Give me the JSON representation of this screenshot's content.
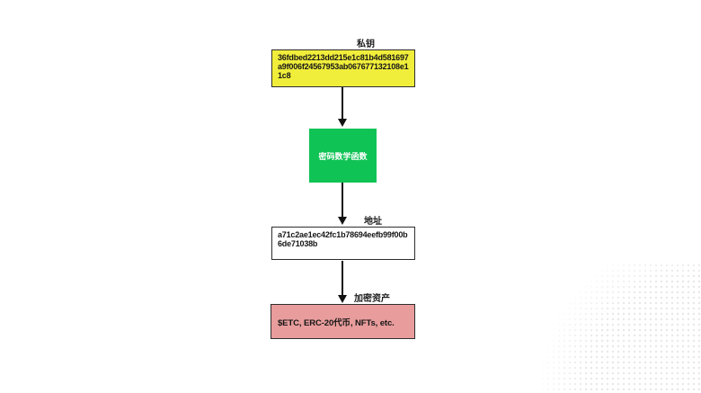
{
  "flow": {
    "private_key_label": "私钥",
    "private_key_value": "36fdbed2213dd215e1c81b4d581697a9f006f24567953ab067677132108e11c8",
    "function_label": "密码数学函数",
    "address_label": "地址",
    "address_value": "a71c2ae1ec42fc1b78694eefb99f00b6de71038b",
    "assets_label": "加密资产",
    "assets_value": "$ETC, ERC-20代币, NFTs, etc."
  },
  "colors": {
    "private_key_box": "#f1ee3b",
    "function_box": "#0fc355",
    "address_box": "#ffffff",
    "assets_box": "#e99c9c",
    "arrow": "#111111",
    "border": "#2e2e2e"
  }
}
